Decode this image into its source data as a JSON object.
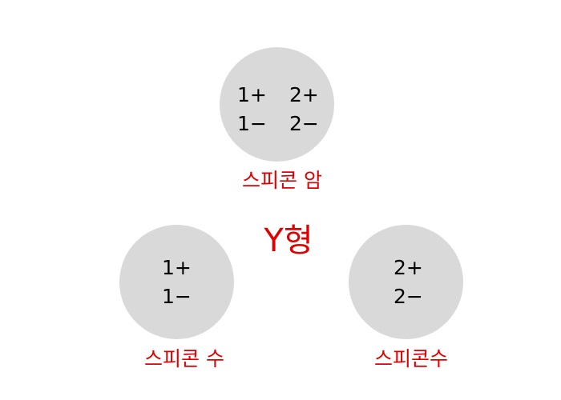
{
  "title": "Y형",
  "connectors": [
    {
      "label": "스피콘 암",
      "pins": [
        [
          "1+",
          "2+"
        ],
        [
          "1−",
          "2−"
        ]
      ]
    },
    {
      "label": "스피콘 수",
      "pins": [
        [
          "1+"
        ],
        [
          "1−"
        ]
      ]
    },
    {
      "label": "스피콘수",
      "pins": [
        [
          "2+"
        ],
        [
          "2−"
        ]
      ]
    }
  ],
  "colors": {
    "circle": "#d9d9d9",
    "label": "#e00000"
  }
}
